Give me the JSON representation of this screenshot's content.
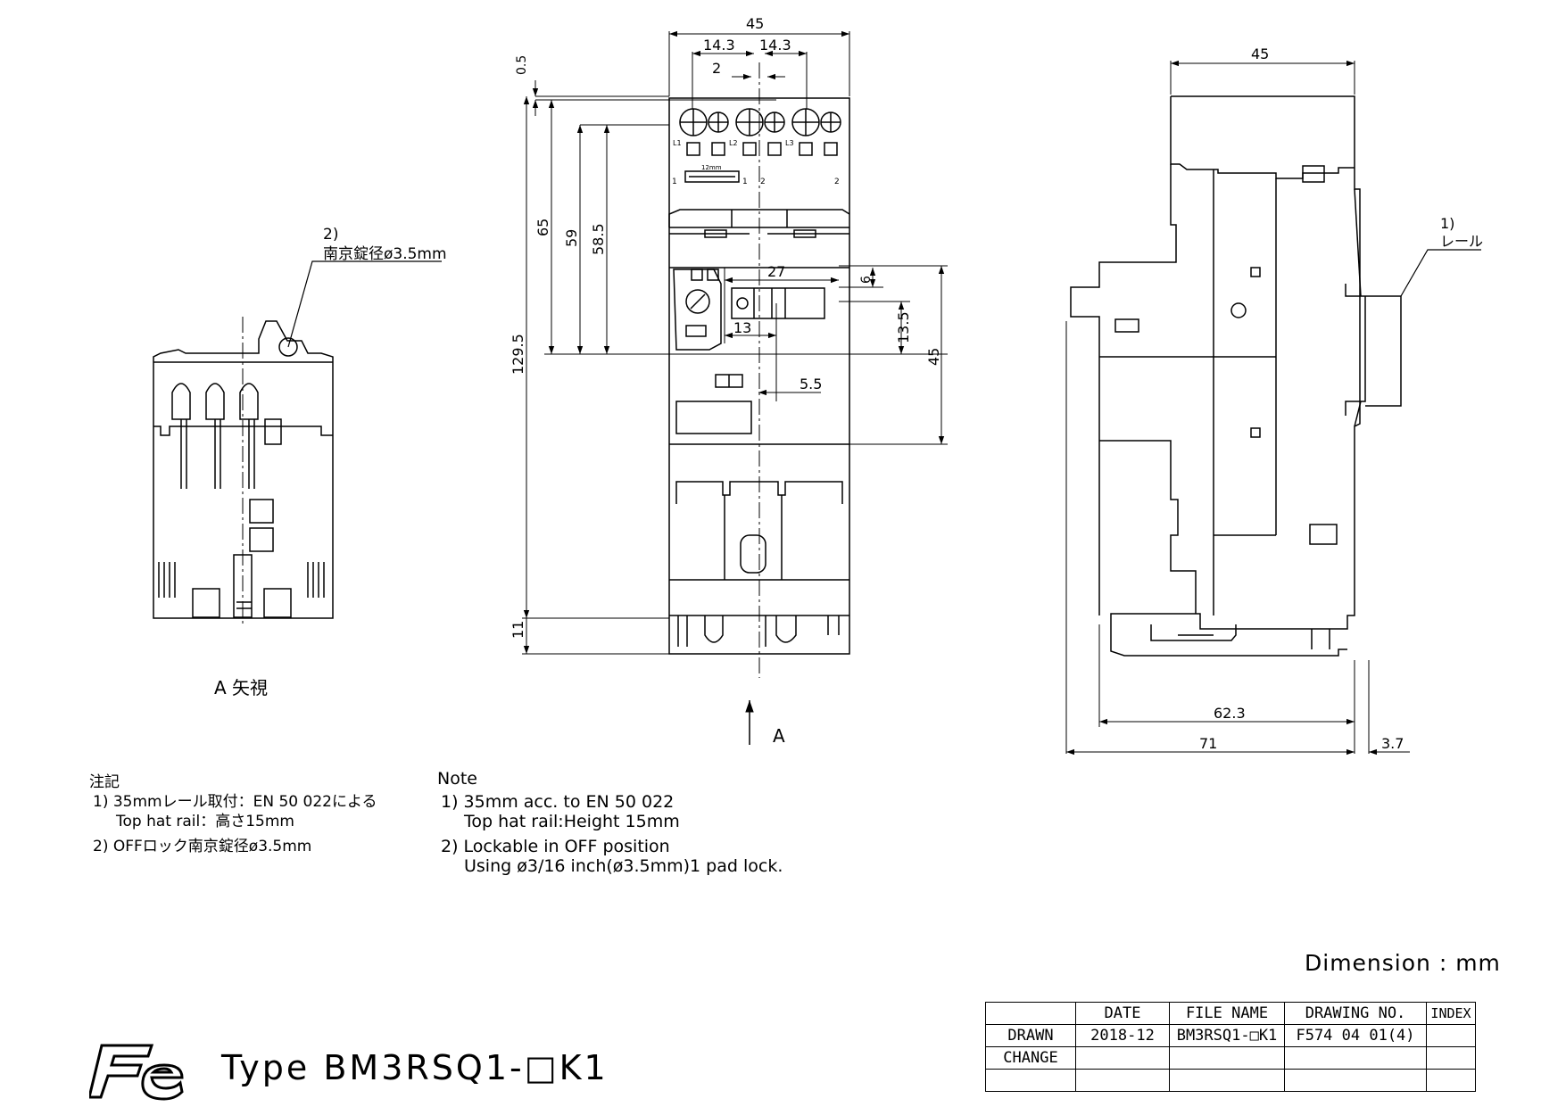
{
  "view_a": {
    "note_tag": "2)",
    "note_text": "南京錠径ø3.5mm",
    "caption": "A 矢視"
  },
  "front_view": {
    "dims": {
      "width": "45",
      "pitch_left": "14.3",
      "pitch_right": "14.3",
      "center_gap": "2",
      "top_offset": "0.5",
      "h65": "65",
      "h59": "59",
      "h58_5": "58.5",
      "h129_5": "129.5",
      "bottom": "11",
      "w27": "27",
      "d6": "6",
      "d13_5": "13.5",
      "d13": "13",
      "d5_5": "5.5",
      "h45": "45"
    },
    "terminals": {
      "t_l1": "L1",
      "t_l2": "L2",
      "t_l3": "L3",
      "t_1a": "1",
      "t_1b": "1",
      "t_2a": "2",
      "t_2b": "2",
      "strip": "12mm"
    },
    "arrow_label": "A"
  },
  "side_view": {
    "dims": {
      "width": "45",
      "depth_62_3": "62.3",
      "depth_71": "71",
      "rail_3_7": "3.7"
    },
    "rail_tag": "1)",
    "rail_text": "レール"
  },
  "notes_jp": {
    "heading": "注記",
    "line1": "1) 35mmレール取付：EN 50 022による",
    "line1b": "Top hat rail：高さ15mm",
    "line2": "2) OFFロック南京錠径ø3.5mm"
  },
  "notes_en": {
    "heading": "Note",
    "line1": "1) 35mm acc. to EN 50 022",
    "line1b": "Top hat rail:Height 15mm",
    "line2": "2) Lockable in OFF position",
    "line2b": "Using ø3/16 inch(ø3.5mm)1 pad lock."
  },
  "dimension_unit": "Dimension : mm",
  "type_line": "Type BM3RSQ1-□K1",
  "title_block": {
    "headers": [
      "",
      "DATE",
      "FILE NAME",
      "DRAWING NO.",
      "INDEX"
    ],
    "rows": [
      [
        "DRAWN",
        "2018-12",
        "BM3RSQ1-□K1",
        "F574 04 01(4)",
        ""
      ],
      [
        "CHANGE",
        "",
        "",
        "",
        ""
      ],
      [
        "",
        "",
        "",
        "",
        ""
      ]
    ]
  }
}
